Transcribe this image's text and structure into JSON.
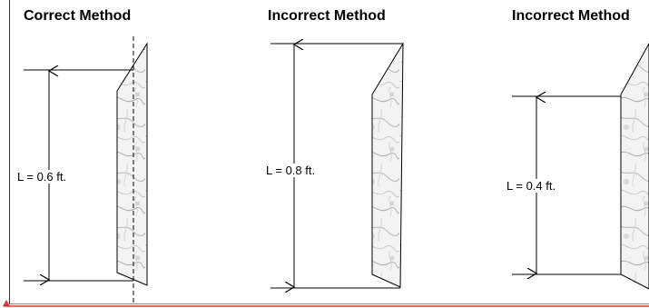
{
  "panels": [
    {
      "title": "Correct Method",
      "length_label": "L = 0.6 ft."
    },
    {
      "title": "Incorrect Method",
      "length_label": "L = 0.8 ft."
    },
    {
      "title": "Incorrect Method",
      "length_label": "L = 0.4 ft."
    }
  ],
  "colors": {
    "line": "#000000",
    "stone_light": "#f1f1f1",
    "stone_vein": "#b8b8b8",
    "frame": "#333333",
    "accent": "#e36b6b"
  }
}
